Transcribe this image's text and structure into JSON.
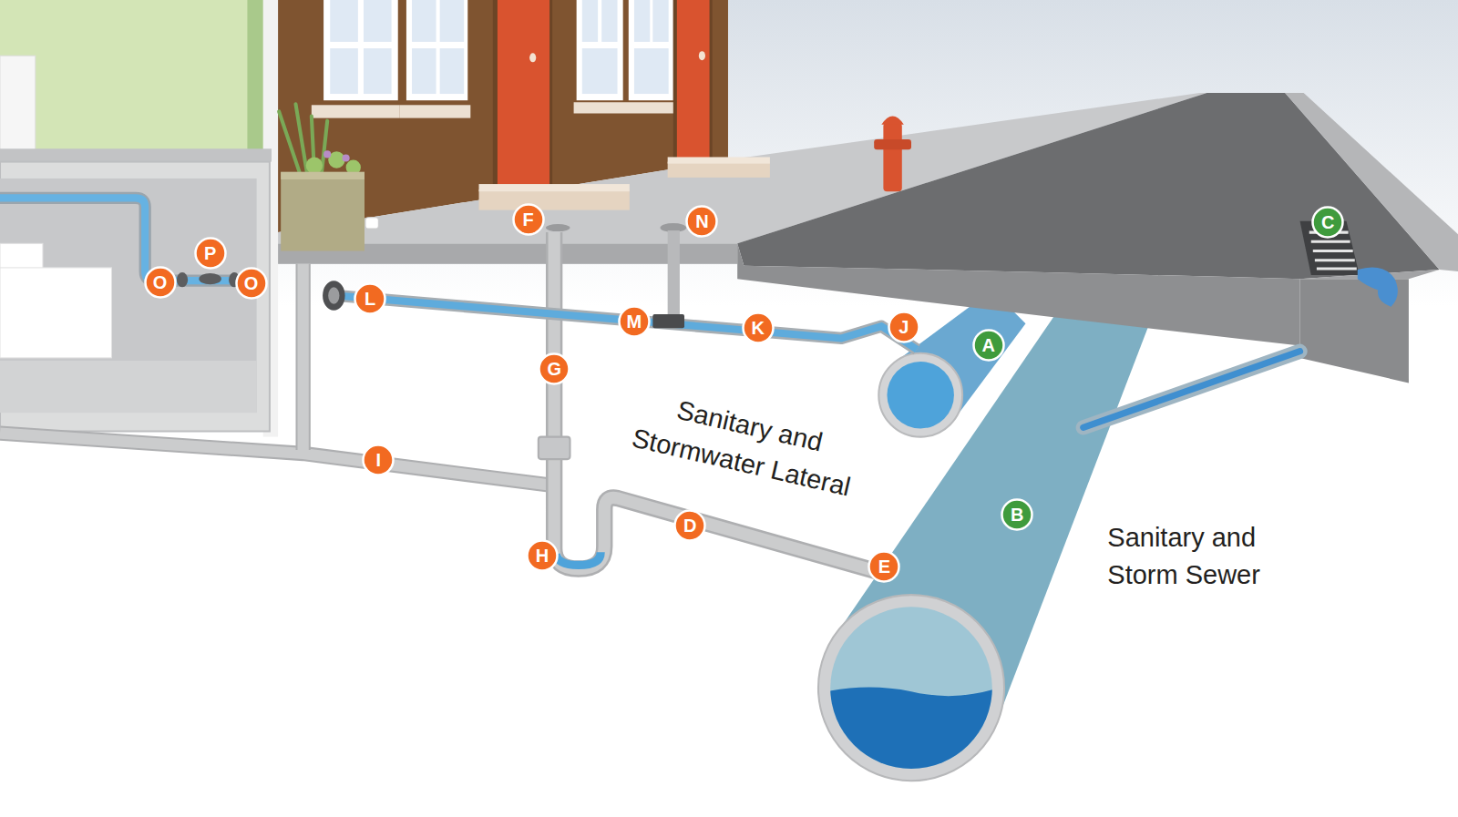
{
  "diagram": {
    "nodes": [
      {
        "text": [
          "F"
        ]
      },
      {
        "text": [
          "N"
        ]
      },
      {
        "text": [
          "C"
        ]
      },
      {
        "text": [
          "P"
        ]
      },
      {
        "text": [
          "O"
        ]
      },
      {
        "text": [
          "O"
        ]
      },
      {
        "text": [
          "L"
        ]
      },
      {
        "text": [
          "M"
        ]
      },
      {
        "text": [
          "K"
        ]
      },
      {
        "text": [
          "J"
        ]
      },
      {
        "text": [
          "A"
        ]
      },
      {
        "text": [
          "G"
        ]
      },
      {
        "text": [
          "I"
        ]
      },
      {
        "text": [
          "B"
        ]
      },
      {
        "text": [
          "D"
        ]
      },
      {
        "text": [
          "H"
        ]
      },
      {
        "text": [
          "E"
        ]
      }
    ],
    "labels": [
      "Sanitary and Stormwater Lateral",
      "Sanitary and Storm Sewer"
    ]
  }
}
